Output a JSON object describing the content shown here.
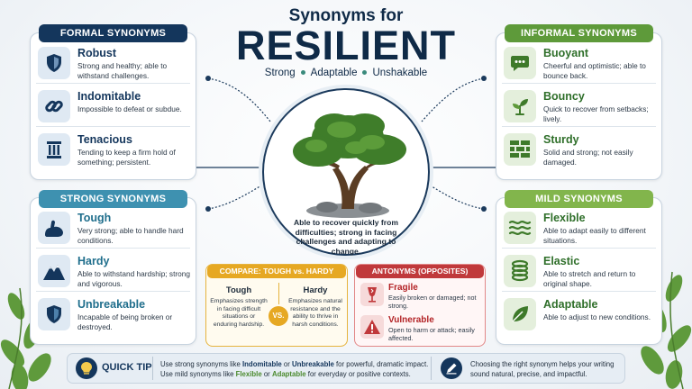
{
  "header": {
    "title_small": "Synonyms for",
    "title_big": "RESILIENT",
    "tags": [
      "Strong",
      "Adaptable",
      "Unshakable"
    ]
  },
  "formal": {
    "heading": "FORMAL SYNONYMS",
    "items": [
      {
        "word": "Robust",
        "desc": "Strong and healthy; able to withstand challenges.",
        "icon": "shield-icon"
      },
      {
        "word": "Indomitable",
        "desc": "Impossible to defeat or subdue.",
        "icon": "chain-link-icon"
      },
      {
        "word": "Tenacious",
        "desc": "Tending to keep a firm hold of something; persistent.",
        "icon": "pillar-icon"
      }
    ]
  },
  "strong": {
    "heading": "STRONG SYNONYMS",
    "items": [
      {
        "word": "Tough",
        "desc": "Very strong; able to handle hard conditions.",
        "icon": "flexed-arm-icon"
      },
      {
        "word": "Hardy",
        "desc": "Able to withstand hardship; strong and vigorous.",
        "icon": "mountain-icon"
      },
      {
        "word": "Unbreakable",
        "desc": "Incapable of being broken or destroyed.",
        "icon": "shield-icon"
      }
    ]
  },
  "informal": {
    "heading": "INFORMAL SYNONYMS",
    "items": [
      {
        "word": "Buoyant",
        "desc": "Cheerful and optimistic; able to bounce back.",
        "icon": "chat-bubble-icon"
      },
      {
        "word": "Bouncy",
        "desc": "Quick to recover from setbacks; lively.",
        "icon": "sprout-icon"
      },
      {
        "word": "Sturdy",
        "desc": "Solid and strong; not easily damaged.",
        "icon": "brick-wall-icon"
      }
    ]
  },
  "mild": {
    "heading": "MILD SYNONYMS",
    "items": [
      {
        "word": "Flexible",
        "desc": "Able to adapt easily to different situations.",
        "icon": "waves-icon"
      },
      {
        "word": "Elastic",
        "desc": "Able to stretch and return to original shape.",
        "icon": "spring-icon"
      },
      {
        "word": "Adaptable",
        "desc": "Able to adjust to new conditions.",
        "icon": "leaf-icon"
      }
    ]
  },
  "center": {
    "caption": "Able to recover quickly from difficulties; strong in facing challenges and adapting to change.",
    "icon": "tree-icon"
  },
  "compare": {
    "heading": "COMPARE: TOUGH vs. HARDY",
    "left_title": "Tough",
    "left_desc": "Emphasizes strength in facing difficult situations or enduring hardship.",
    "vs": "VS.",
    "right_title": "Hardy",
    "right_desc": "Emphasizes natural resistance and the ability to thrive in harsh conditions."
  },
  "antonyms": {
    "heading": "ANTONYMS (OPPOSITES)",
    "items": [
      {
        "word": "Fragile",
        "desc": "Easily broken or damaged; not strong.",
        "icon": "broken-glass-icon"
      },
      {
        "word": "Vulnerable",
        "desc": "Open to harm or attack; easily affected.",
        "icon": "warning-icon"
      }
    ]
  },
  "tip": {
    "label": "QUICK TIP",
    "line1_pre": "Use strong synonyms like ",
    "line1_b1": "Indomitable",
    "line1_mid": " or ",
    "line1_b2": "Unbreakable",
    "line1_post": " for powerful, dramatic impact.",
    "line2_pre": "Use mild synonyms like ",
    "line2_b1": "Flexible",
    "line2_mid": " or ",
    "line2_b2": "Adaptable",
    "line2_post": " for everyday or positive contexts.",
    "right_text": "Choosing the right synonym helps your writing sound natural, precise, and impactful."
  },
  "colors": {
    "navy": "#14365c",
    "teal": "#3e91b0",
    "green": "#5e9a3a",
    "light_green": "#82b54c",
    "amber": "#e6a823",
    "red": "#c0393b"
  }
}
